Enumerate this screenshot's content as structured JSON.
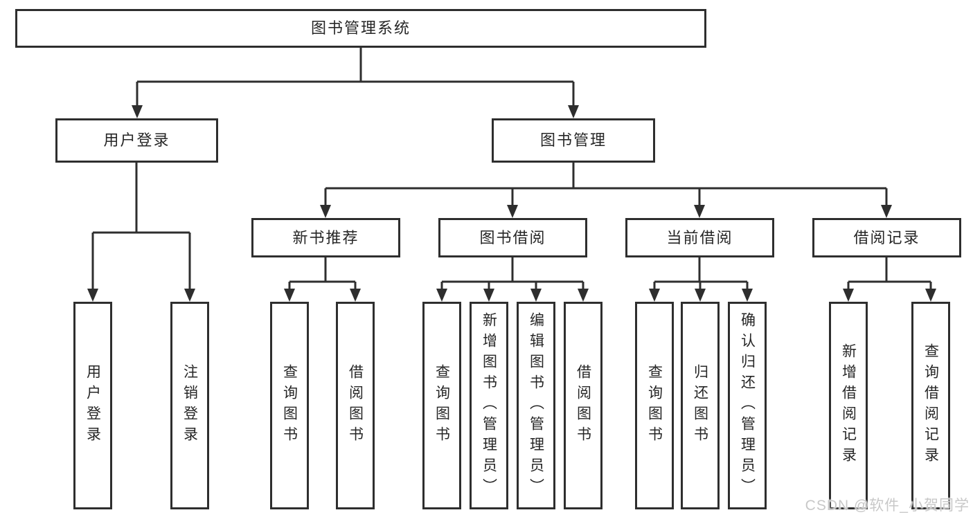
{
  "diagram": {
    "colors": {
      "line": "#2e2e2e",
      "box_border": "#2e2e2e",
      "box_background": "#ffffff",
      "text": "#262626",
      "watermark": "#c8c8c8"
    },
    "tree": {
      "label": "图书管理系统",
      "children": [
        {
          "label": "用户登录",
          "children": [
            {
              "label": "用户登录"
            },
            {
              "label": "注销登录"
            }
          ]
        },
        {
          "label": "图书管理",
          "children": [
            {
              "label": "新书推荐",
              "children": [
                {
                  "label": "查询图书"
                },
                {
                  "label": "借阅图书"
                }
              ]
            },
            {
              "label": "图书借阅",
              "children": [
                {
                  "label": "查询图书"
                },
                {
                  "label": "新增图书（管理员）"
                },
                {
                  "label": "编辑图书（管理员）"
                },
                {
                  "label": "借阅图书"
                }
              ]
            },
            {
              "label": "当前借阅",
              "children": [
                {
                  "label": "查询图书"
                },
                {
                  "label": "归还图书"
                },
                {
                  "label": "确认归还（管理员）"
                }
              ]
            },
            {
              "label": "借阅记录",
              "children": [
                {
                  "label": "新增借阅记录"
                },
                {
                  "label": "查询借阅记录"
                }
              ]
            }
          ]
        }
      ]
    },
    "watermark": "CSDN @软件_小贺同学"
  }
}
